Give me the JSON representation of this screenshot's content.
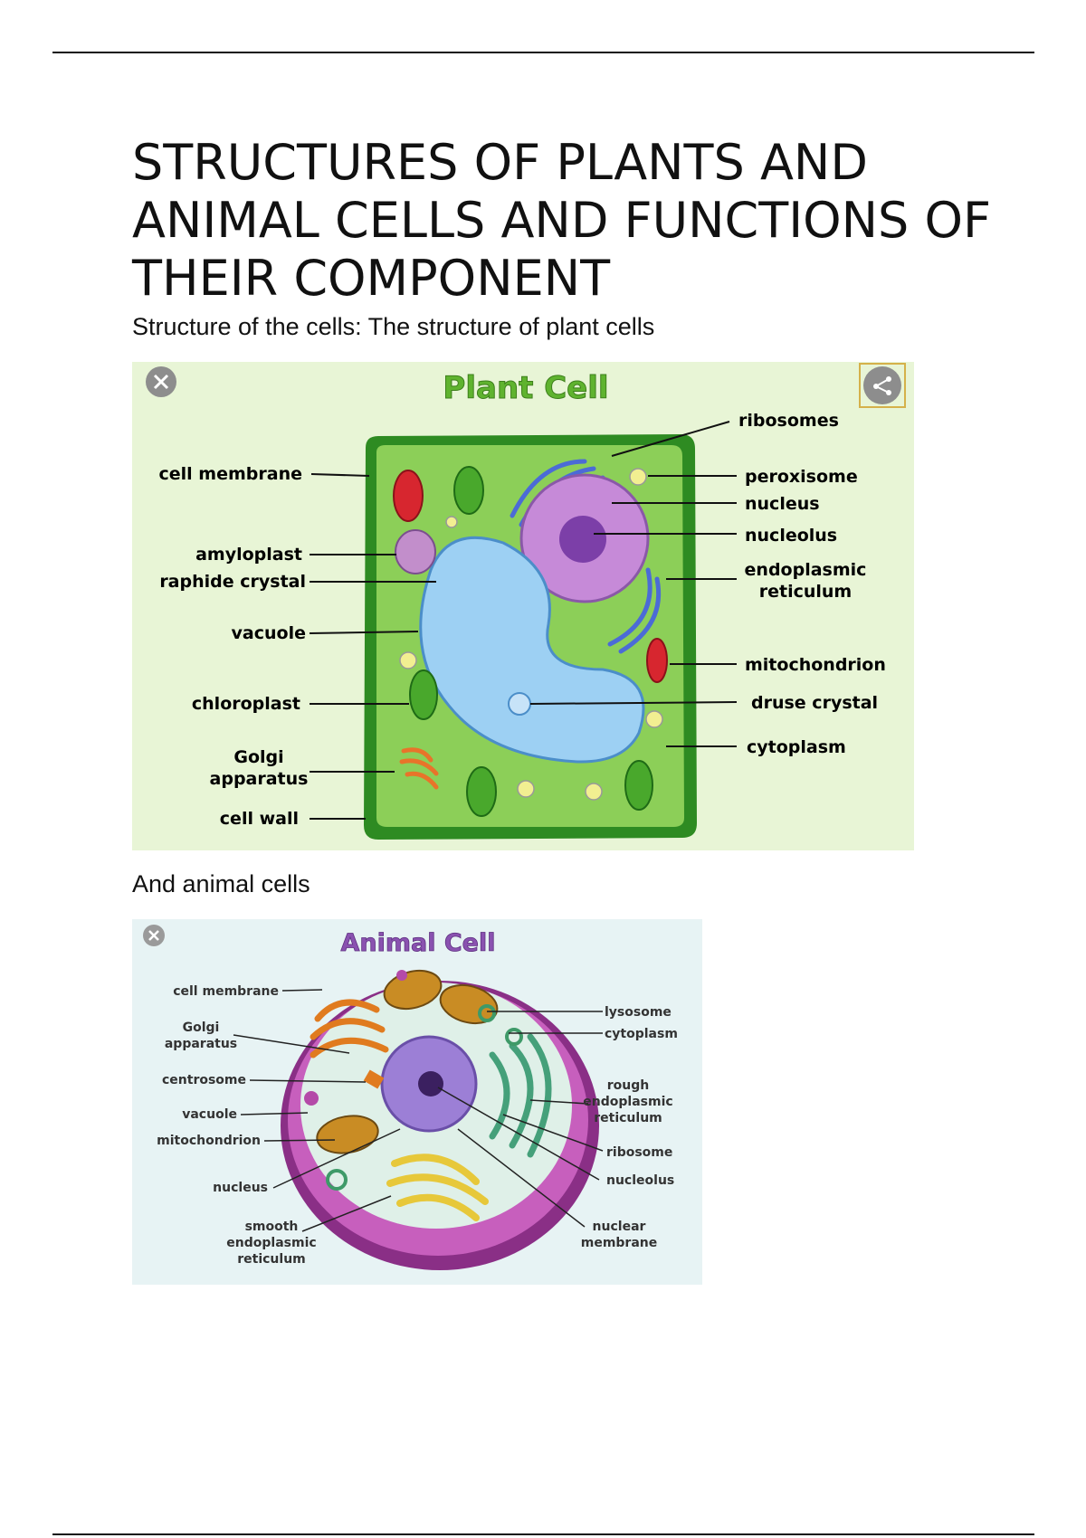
{
  "document": {
    "title": "STRUCTURES OF PLANTS AND ANIMAL CELLS AND FUNCTIONS OF THEIR COMPONENT",
    "intro": "Structure of the cells: The structure of plant cells",
    "second_intro": "And animal cells"
  },
  "plant_figure": {
    "heading": "Plant Cell",
    "close_icon": "close-icon",
    "share_icon": "share-icon",
    "labels": {
      "ribosomes": "ribosomes",
      "cell_membrane": "cell membrane",
      "peroxisome": "peroxisome",
      "nucleus": "nucleus",
      "nucleolus": "nucleolus",
      "amyloplast": "amyloplast",
      "raphide_crystal": "raphide crystal",
      "endoplasmic": "endoplasmic",
      "reticulum": "reticulum",
      "vacuole": "vacuole",
      "mitochondrion": "mitochondrion",
      "chloroplast": "chloroplast",
      "druse_crystal": "druse crystal",
      "cytoplasm": "cytoplasm",
      "golgi": "Golgi",
      "apparatus": "apparatus",
      "cell_wall": "cell wall"
    },
    "colors": {
      "background": "#e8f5d6",
      "wall": "#2e8b22",
      "cytoplasm": "#8ccf58",
      "vacuole": "#9dd0f3",
      "nucleus": "#c68ad8",
      "title": "#5fb32f"
    }
  },
  "animal_figure": {
    "heading": "Animal Cell",
    "close_icon": "close-icon",
    "labels": {
      "cell_membrane": "cell membrane",
      "golgi": "Golgi",
      "apparatus": "apparatus",
      "centrosome": "centrosome",
      "vacuole": "vacuole",
      "mitochondrion": "mitochondrion",
      "nucleus": "nucleus",
      "smooth": "smooth",
      "endoplasmic": "endoplasmic",
      "reticulum": "reticulum",
      "lysosome": "lysosome",
      "cytoplasm": "cytoplasm",
      "rough": "rough",
      "endoplasmic2": "endoplasmic",
      "reticulum2": "reticulum",
      "ribosome": "ribosome",
      "nucleolus": "nucleolus",
      "nuclear": "nuclear",
      "membrane": "membrane"
    },
    "colors": {
      "background": "#e7f3f4",
      "membrane": "#8a2f86",
      "cytoplasm": "#dff0e8",
      "nucleus": "#9c7fd6",
      "title": "#8a52b0"
    }
  }
}
